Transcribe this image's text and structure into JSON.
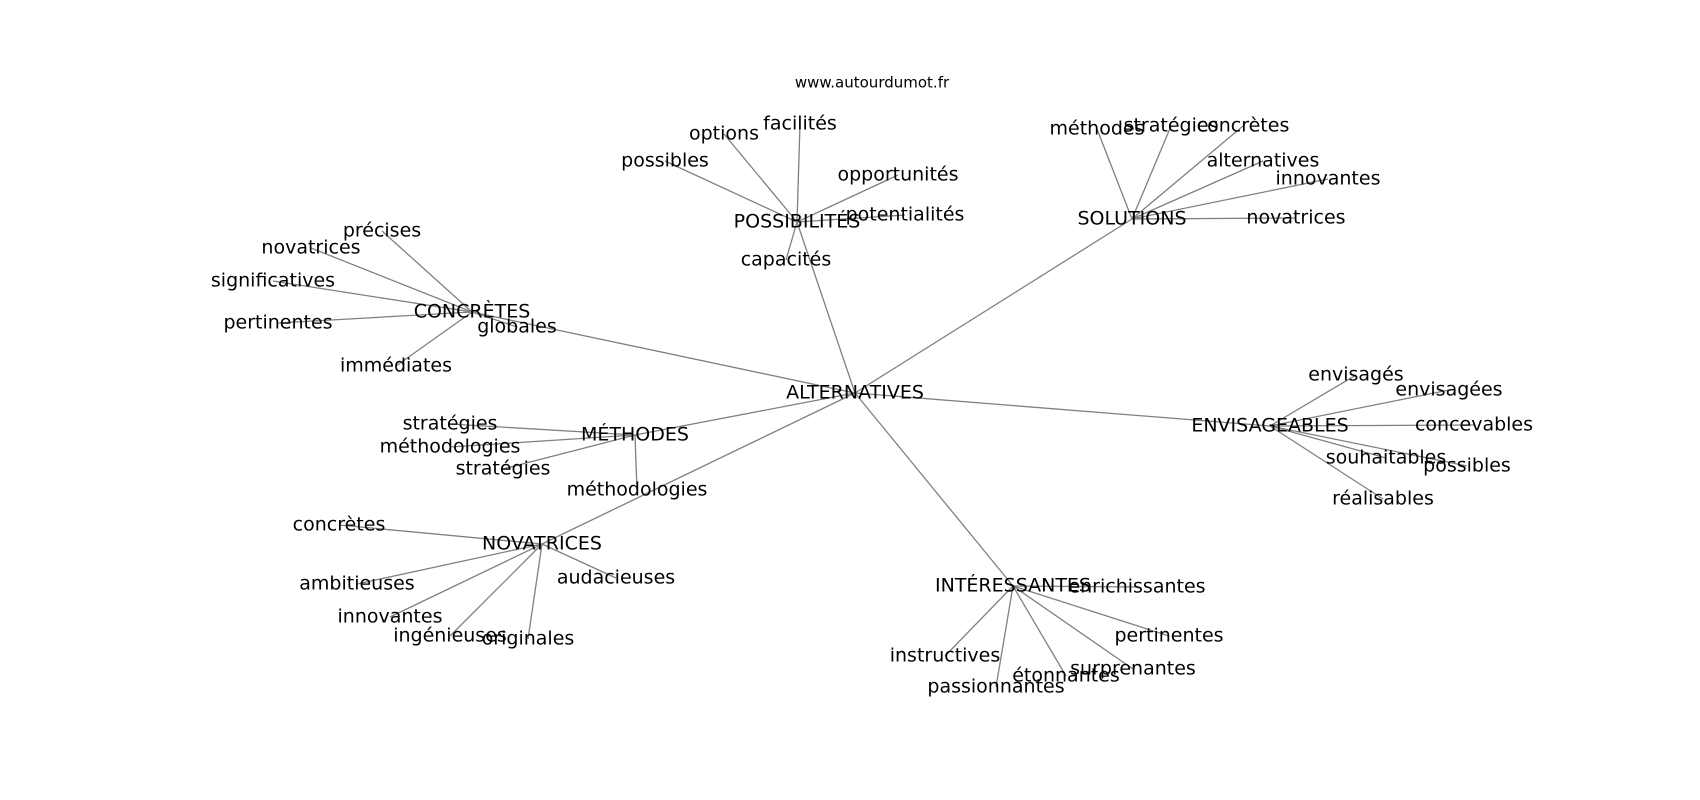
{
  "source": "www.autourdumot.fr",
  "center": {
    "id": "alternatives",
    "label": "ALTERNATIVES"
  },
  "hubs": [
    {
      "id": "possibilites",
      "label": "POSSIBILITÉS",
      "leaves": [
        "options",
        "facilités",
        "possibles",
        "opportunités",
        "potentialités",
        "capacités"
      ]
    },
    {
      "id": "solutions",
      "label": "SOLUTIONS",
      "leaves": [
        "méthodes",
        "stratégies",
        "concrètes",
        "alternatives",
        "innovantes",
        "novatrices"
      ]
    },
    {
      "id": "concretes",
      "label": "CONCRÈTES",
      "leaves": [
        "précises",
        "novatrices",
        "significatives",
        "pertinentes",
        "globales",
        "immédiates"
      ]
    },
    {
      "id": "methodes",
      "label": "MÉTHODES",
      "leaves": [
        "stratégies",
        "méthodologies",
        "stratégies",
        "méthodologies"
      ]
    },
    {
      "id": "novatrices",
      "label": "NOVATRICES",
      "leaves": [
        "concrètes",
        "ambitieuses",
        "innovantes",
        "ingénieuses",
        "originales",
        "audacieuses"
      ]
    },
    {
      "id": "envisageables",
      "label": "ENVISAGEABLES",
      "leaves": [
        "envisagés",
        "envisagées",
        "concevables",
        "souhaitables",
        "possibles",
        "réalisables"
      ]
    },
    {
      "id": "interessantes",
      "label": "INTÉRESSANTES",
      "leaves": [
        "enrichissantes",
        "pertinentes",
        "surprenantes",
        "étonnantes",
        "passionnantes",
        "instructives"
      ]
    }
  ]
}
